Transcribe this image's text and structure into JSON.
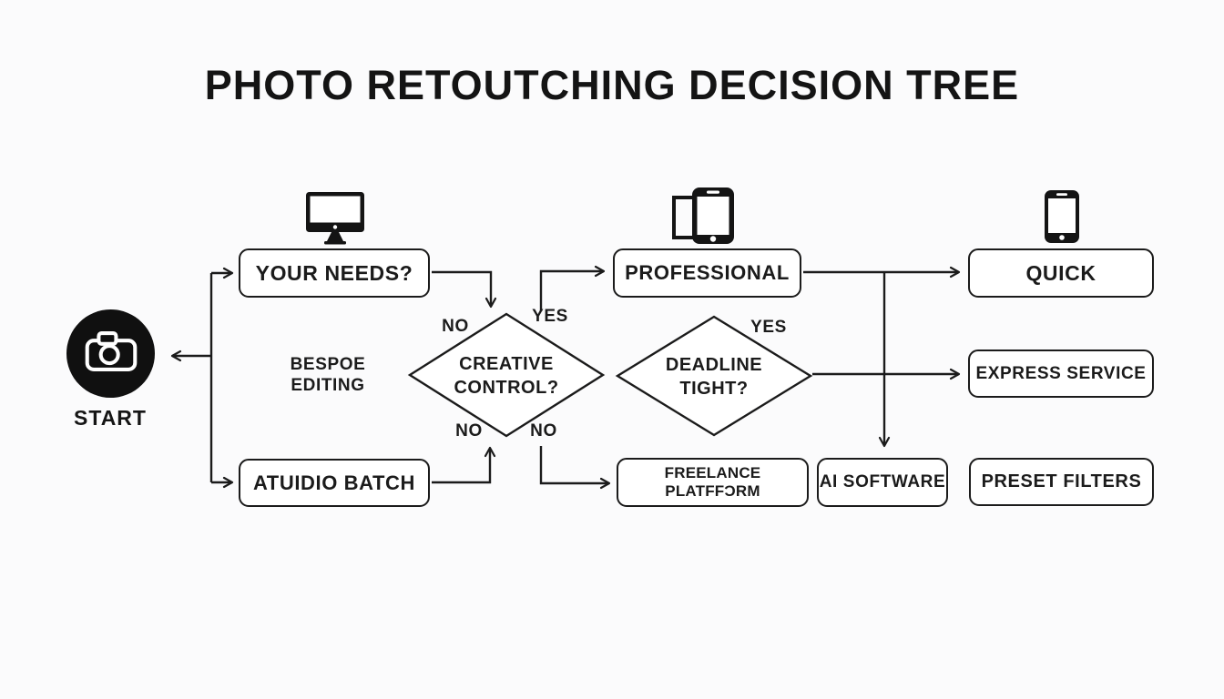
{
  "title": "PHOTO RETOUTCHING DECISION TREE",
  "colors": {
    "ink": "#1b1b1b",
    "background": "#fbfbfc",
    "node_fill": "#ffffff"
  },
  "start": {
    "label": "START",
    "icon": "camera-icon"
  },
  "nodes": {
    "your_needs": {
      "label": "YOUR NEEDS?",
      "icon": "monitor-icon"
    },
    "atuidio_batch": {
      "label": "ATUIDIO BATCH"
    },
    "professional": {
      "label": "PROFESSIONAL",
      "icon": "phones-icon"
    },
    "quick": {
      "label": "QUICK",
      "icon": "phone-icon"
    },
    "express_service": {
      "label": "EXPRESS SERVICE"
    },
    "freelance_platform": {
      "label": "FREELANCE PLATFFƆRM"
    },
    "ai_software": {
      "label": "AI SOFTWARE"
    },
    "preset_filters": {
      "label": "PRESET FILTERS"
    }
  },
  "decisions": {
    "creative_control": {
      "line1": "CREATIVE",
      "line2": "CONTROL?"
    },
    "deadline_tight": {
      "line1": "DEADLINE",
      "line2": "TIGHT?"
    }
  },
  "edge_labels": {
    "creative_no_top": "NO",
    "creative_yes": "YES",
    "creative_no_bottom_left": "NO",
    "creative_no_bottom_right": "NO",
    "deadline_yes": "YES",
    "bespoke_line1": "BESPOE",
    "bespoke_line2": "EDITING"
  }
}
